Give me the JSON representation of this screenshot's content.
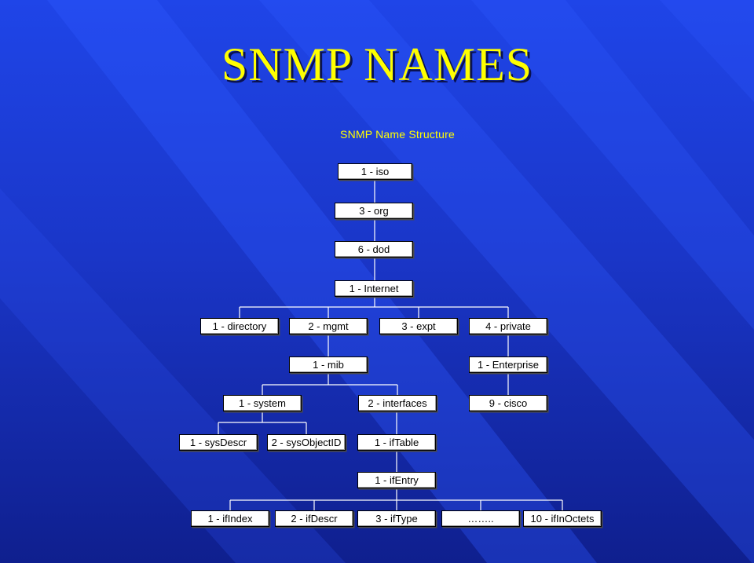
{
  "title": "SNMP NAMES",
  "subtitle": "SNMP Name Structure",
  "colors": {
    "background": "#1a36c8",
    "title": "#ffff00",
    "node_fill": "#ffffff",
    "line": "#ffffff"
  },
  "nodes": {
    "iso": "1 - iso",
    "org": "3 - org",
    "dod": "6 - dod",
    "internet": "1 - Internet",
    "directory": "1 - directory",
    "mgmt": "2 - mgmt",
    "expt": "3 - expt",
    "private": "4 - private",
    "mib": "1 - mib",
    "enterprise": "1 - Enterprise",
    "system": "1 - system",
    "interfaces": "2 - interfaces",
    "cisco": "9 - cisco",
    "sysdescr": "1 - sysDescr",
    "sysobjectid": "2 - sysObjectID",
    "iftable": "1 - ifTable",
    "ifentry": "1 - ifEntry",
    "ifindex": "1 - ifIndex",
    "ifdescr": "2 - ifDescr",
    "iftype": "3 - ifType",
    "ellipsis": "……..",
    "ifinoctets": "10 - ifInOctets"
  }
}
